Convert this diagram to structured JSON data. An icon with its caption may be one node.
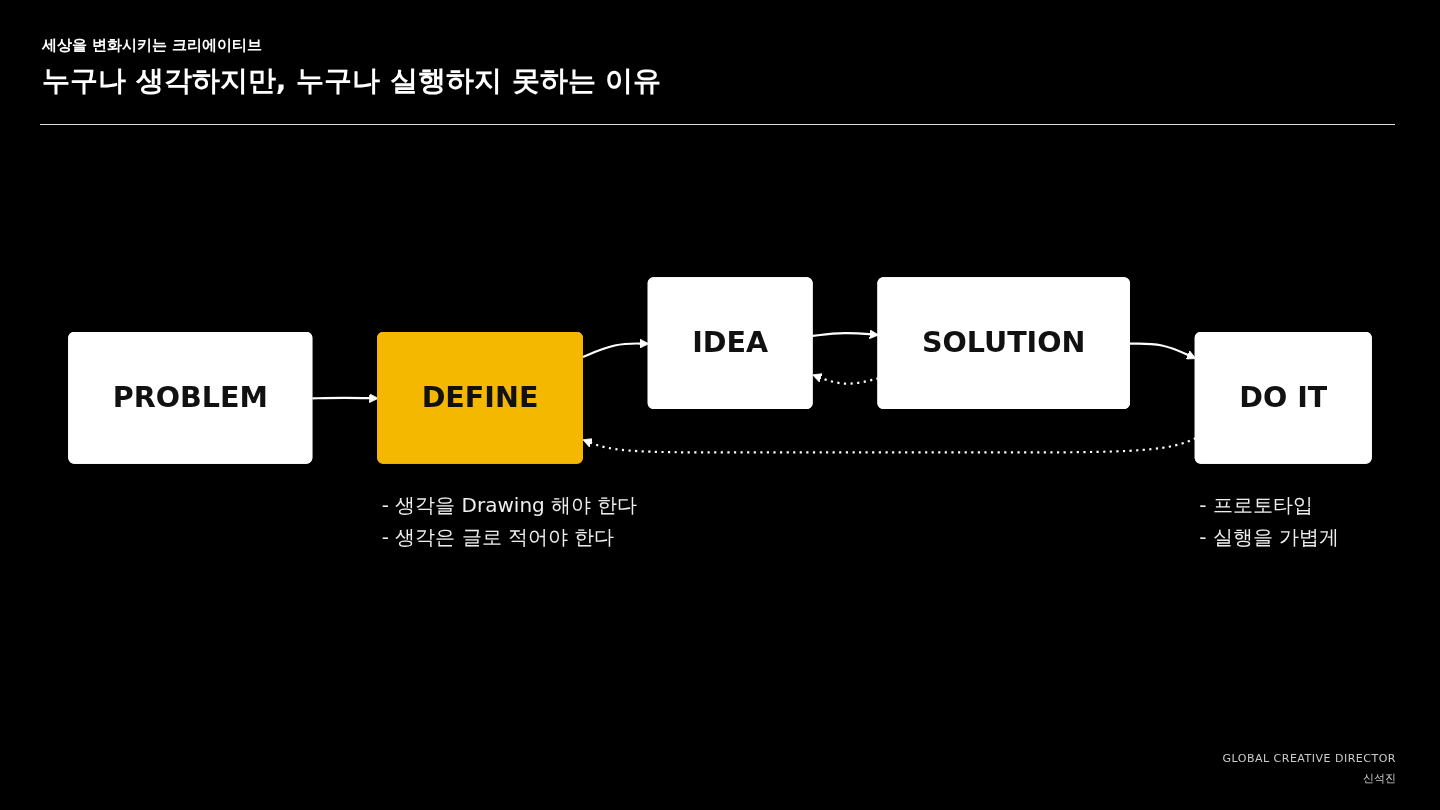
{
  "diagram": {
    "title": "누구나 생각하지만, 누구나 실행하지 못하는 이유",
    "nodes": [
      {
        "text": [
          "PROBLEM"
        ]
      },
      {
        "text": [
          "DEFINE"
        ],
        "beside": [
          "- 생각을 Drawing 해야 한다",
          "- 생각은 글로 적어야 한다"
        ]
      },
      {
        "text": [
          "IDEA"
        ]
      },
      {
        "text": [
          "SOLUTION"
        ]
      },
      {
        "text": [
          "DO IT"
        ],
        "beside": [
          "- 프로토타입",
          "- 실행을 가볍게"
        ]
      }
    ],
    "edges": [
      {
        "from": 0,
        "to": 1,
        "arrow": "to"
      },
      {
        "from": 1,
        "to": 2,
        "arrow": "to"
      },
      {
        "from": 2,
        "to": 3,
        "arrow": "to"
      },
      {
        "from": 3,
        "to": 4,
        "arrow": "to"
      },
      {
        "from": 4,
        "to": 1,
        "arrow": "to",
        "style": "dashed"
      },
      {
        "from": 3,
        "to": 2,
        "arrow": "to",
        "style": "dashed"
      }
    ],
    "labels": [
      "세상을 변화시키는 크리에이티브",
      "GLOBAL CREATIVE DIRECTOR",
      "신석진"
    ]
  }
}
